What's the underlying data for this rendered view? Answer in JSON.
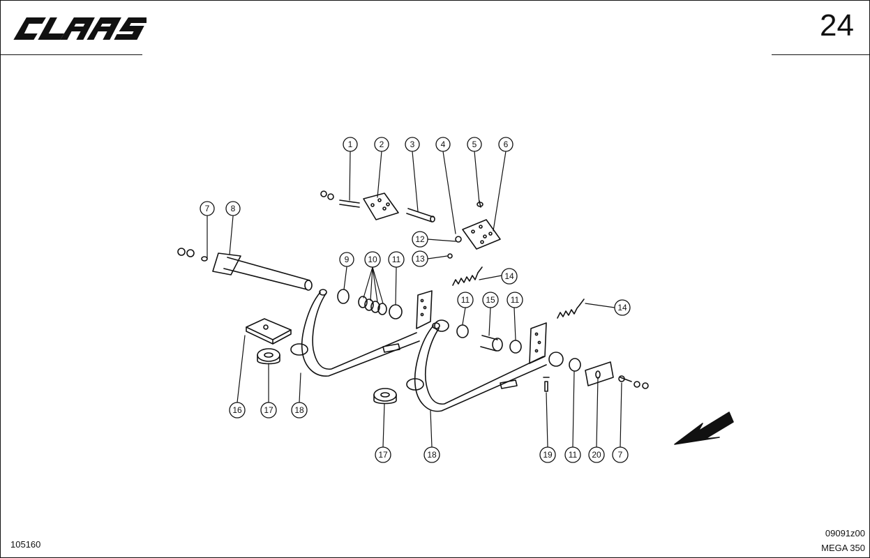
{
  "header": {
    "brand": "CLAAS",
    "page_number": "24"
  },
  "footer": {
    "reference": "105160",
    "drawing_code": "09091z00",
    "model": "MEGA 350"
  },
  "callouts": [
    {
      "label": "1"
    },
    {
      "label": "2"
    },
    {
      "label": "3"
    },
    {
      "label": "4"
    },
    {
      "label": "5"
    },
    {
      "label": "6"
    },
    {
      "label": "7"
    },
    {
      "label": "8"
    },
    {
      "label": "9"
    },
    {
      "label": "10"
    },
    {
      "label": "11"
    },
    {
      "label": "12"
    },
    {
      "label": "13"
    },
    {
      "label": "14"
    },
    {
      "label": "11"
    },
    {
      "label": "15"
    },
    {
      "label": "11"
    },
    {
      "label": "14"
    },
    {
      "label": "16"
    },
    {
      "label": "17"
    },
    {
      "label": "18"
    },
    {
      "label": "17"
    },
    {
      "label": "18"
    },
    {
      "label": "19"
    },
    {
      "label": "11"
    },
    {
      "label": "20"
    },
    {
      "label": "7"
    }
  ],
  "direction_arrow": "travel-direction-arrow"
}
